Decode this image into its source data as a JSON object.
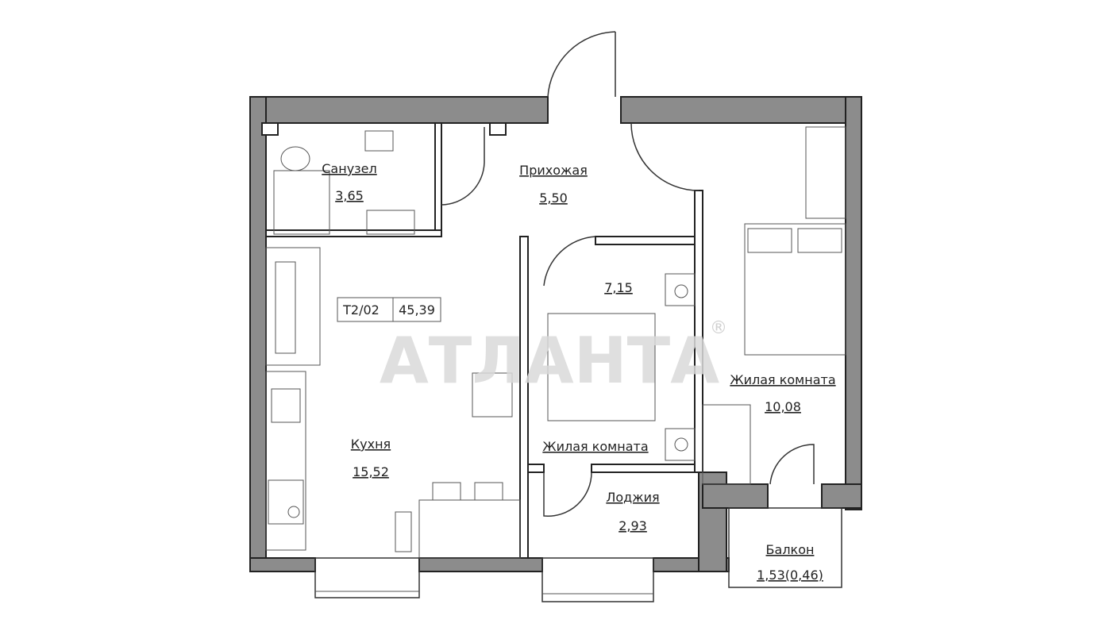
{
  "plan": {
    "apartment_code": "T2/02",
    "total_area": "45,39",
    "rooms": [
      {
        "name": "Санузел",
        "area": "3,65"
      },
      {
        "name": "Прихожая",
        "area": "5,50"
      },
      {
        "name": "Кухня",
        "area": "15,52"
      },
      {
        "name": "Жилая комната",
        "area": "7,15"
      },
      {
        "name": "Жилая комната",
        "area": "10,08"
      },
      {
        "name": "Лоджия",
        "area": "2,93"
      },
      {
        "name": "Балкон",
        "area": "1,53(0,46)"
      }
    ]
  },
  "watermark": {
    "text": "АТЛАНТА",
    "mark": "®"
  },
  "colors": {
    "wall": "#8c8c8c",
    "line": "#222222",
    "watermark": "#d9d9d9"
  }
}
